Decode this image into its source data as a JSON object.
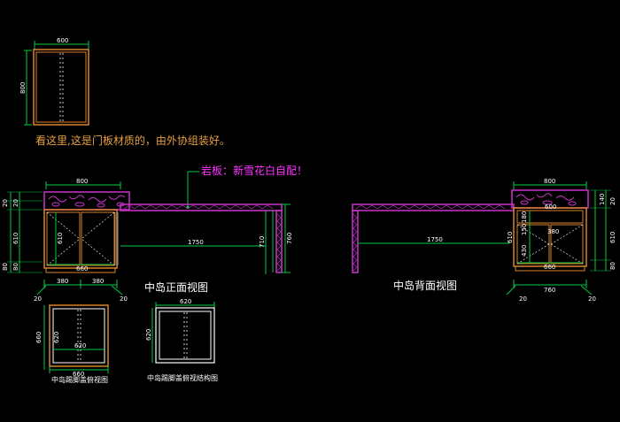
{
  "notes": {
    "door_note": "看这里,这是门板材质的，由外协组装好。",
    "slab_note": "岩板：新雪花白自配！"
  },
  "captions": {
    "front_view": "中岛正面视图",
    "back_view": "中岛背面视图",
    "top_view": "中岛踢脚盖俯视图",
    "top_structure_view": "中岛踢脚盖俯视结构图"
  },
  "dimensions": {
    "panel_width": "600",
    "panel_height": "800",
    "front_counter_width": "800",
    "front_left_20a": "20",
    "front_left_20b": "20",
    "front_left_610": "610",
    "front_left_80": "80",
    "front_inner_610": "610",
    "front_inner_660": "660",
    "front_bottom_380a": "380",
    "front_bottom_380b": "380",
    "front_bottom_20a": "20",
    "front_bottom_20b": "20",
    "front_span": "1750",
    "front_right_710": "710",
    "front_right_760": "760",
    "back_span": "1750",
    "back_counter_width": "800",
    "back_inner_600": "600",
    "back_inner_180": "180",
    "back_inner_380": "380",
    "back_inner_150": "150",
    "back_inner_430": "430",
    "back_inner_660": "660",
    "back_right_140": "140",
    "back_right_20": "20",
    "back_right_610": "610",
    "back_right_80": "80",
    "back_left_610": "610",
    "back_bottom_760": "760",
    "back_bottom_20a": "20",
    "back_bottom_20b": "20",
    "top_left_660": "660",
    "top_left_620": "620",
    "top_620": "620",
    "top_660": "660",
    "top_struct_620": "620",
    "top_struct_left_620": "620"
  },
  "colors": {
    "background": "#000000",
    "dim_green": "#00cc44",
    "cabinet_orange": "#d9822b",
    "slab_magenta": "#cc33cc",
    "note_orange": "#e8a040",
    "note_magenta": "#ff33ff",
    "text_white": "#ffffff",
    "hatch_red": "#cc2222"
  }
}
